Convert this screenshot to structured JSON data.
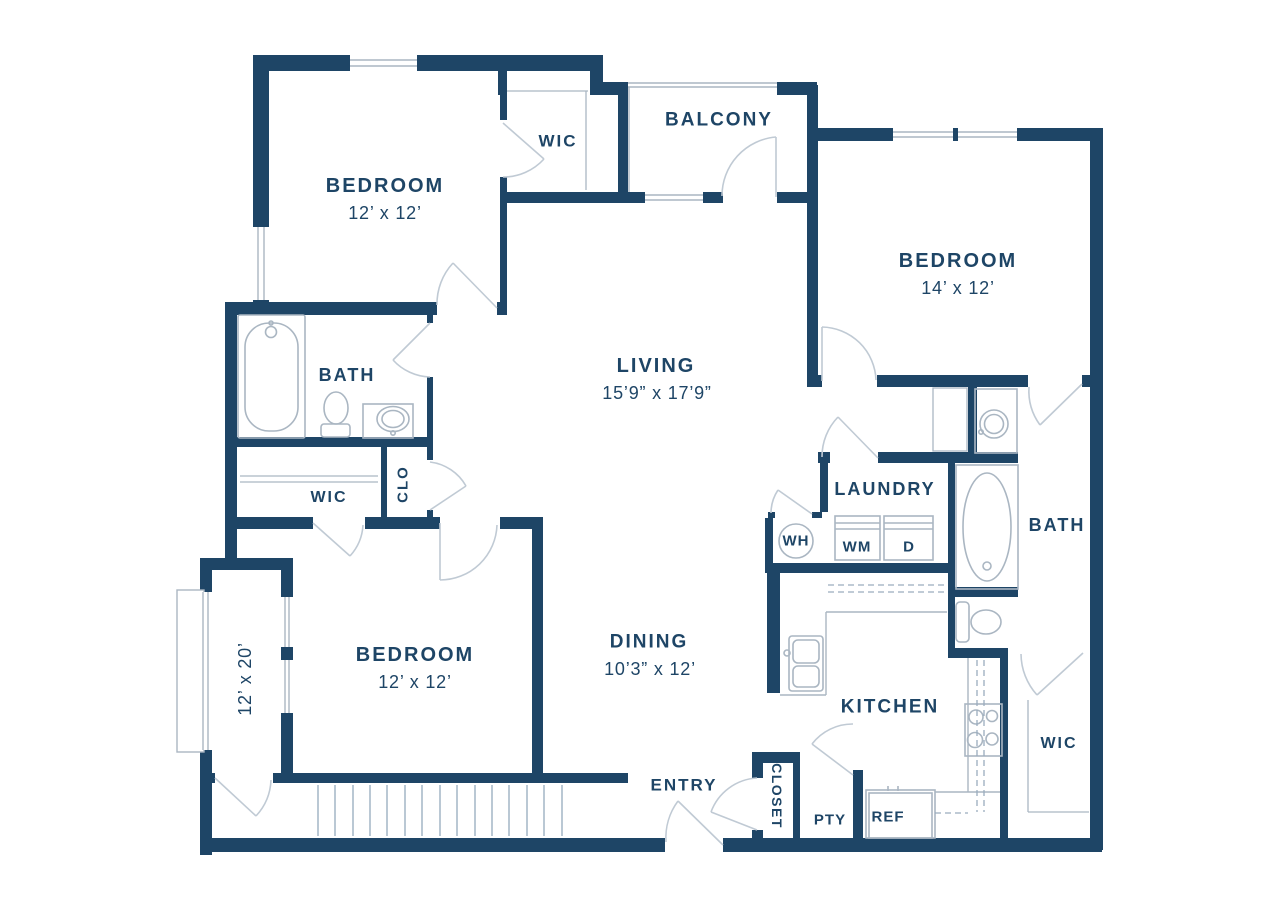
{
  "title": "3 bedroom 2 bath floor plan",
  "colors": {
    "wall": "#1e4566",
    "text": "#1e4566",
    "fixture_line": "#aab6c2",
    "door_line": "#c0cad4",
    "stair_line": "#a3b5c6",
    "dashed_cabinet_line": "#9aacbe",
    "background": "#ffffff"
  },
  "rooms": {
    "bedroom_top_left": {
      "label": "BEDROOM",
      "dims": "12’ x 12’"
    },
    "wic_top": {
      "label": "WIC"
    },
    "balcony": {
      "label": "BALCONY"
    },
    "bedroom_top_right": {
      "label": "BEDROOM",
      "dims": "14’ x 12’"
    },
    "bath_left": {
      "label": "BATH"
    },
    "living": {
      "label": "LIVING",
      "dims": "15’9” x 17’9”"
    },
    "wic_left": {
      "label": "WIC"
    },
    "hall_closet": {
      "label": "CLO"
    },
    "laundry": {
      "label": "LAUNDRY"
    },
    "water_heater": {
      "label": "WH"
    },
    "washer": {
      "label": "WM"
    },
    "dryer": {
      "label": "D"
    },
    "bath_right": {
      "label": "BATH"
    },
    "patio": {
      "dims": "12’ x 20’"
    },
    "bedroom_bottom": {
      "label": "BEDROOM",
      "dims": "12’ x 12’"
    },
    "dining": {
      "label": "DINING",
      "dims": "10’3” x 12’"
    },
    "kitchen": {
      "label": "KITCHEN"
    },
    "wic_bottom_right": {
      "label": "WIC"
    },
    "entry": {
      "label": "ENTRY"
    },
    "entry_closet": {
      "label": "CLOSET"
    },
    "pantry": {
      "label": "PTY"
    },
    "refrigerator": {
      "label": "REF"
    }
  }
}
